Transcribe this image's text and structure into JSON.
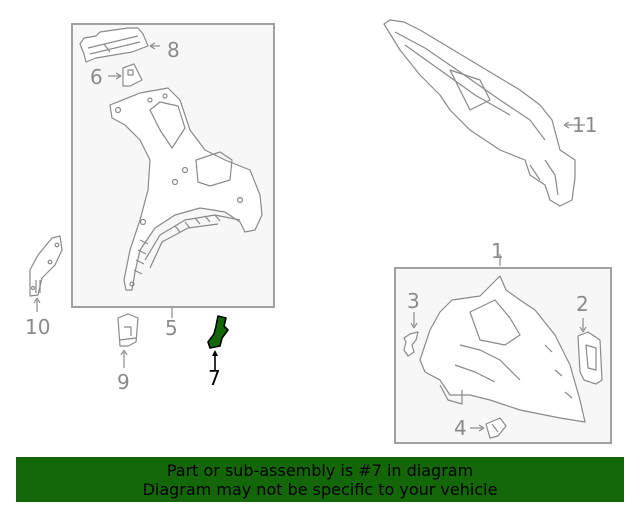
{
  "diagram": {
    "highlighted_part": "7",
    "highlight_color": "#136708",
    "line_color": "#8a8a8a",
    "box_fill": "#f7f7f7",
    "callouts": [
      {
        "id": "1",
        "label": "1"
      },
      {
        "id": "2",
        "label": "2"
      },
      {
        "id": "3",
        "label": "3"
      },
      {
        "id": "4",
        "label": "4"
      },
      {
        "id": "5",
        "label": "5"
      },
      {
        "id": "6",
        "label": "6"
      },
      {
        "id": "7",
        "label": "7"
      },
      {
        "id": "8",
        "label": "8"
      },
      {
        "id": "9",
        "label": "9"
      },
      {
        "id": "10",
        "label": "10"
      },
      {
        "id": "11",
        "label": "11"
      }
    ]
  },
  "banner": {
    "line1": "Part or sub-assembly is #7 in diagram",
    "line2": "Diagram may not be specific to your vehicle",
    "background": "#136708"
  }
}
